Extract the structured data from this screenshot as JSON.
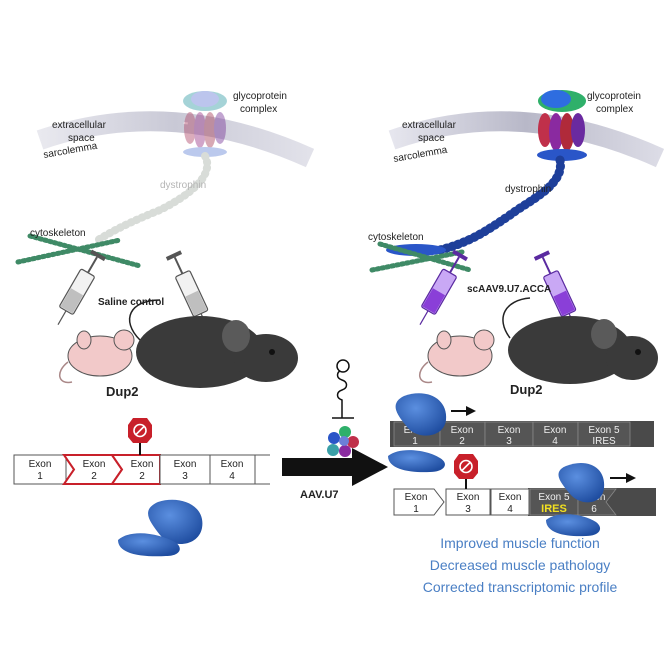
{
  "left_panel": {
    "extracellular": [
      "extracellular",
      "space"
    ],
    "glycoprotein": [
      "glycoprotein",
      "complex"
    ],
    "sarcolemma": "sarcolemma",
    "dystrophin": "dystrophin",
    "cytoskeleton": "cytoskeleton",
    "treatment": "Saline control",
    "mouse_label": "Dup2"
  },
  "right_panel": {
    "extracellular": [
      "extracellular",
      "space"
    ],
    "glycoprotein": [
      "glycoprotein",
      "complex"
    ],
    "sarcolemma": "sarcolemma",
    "dystrophin": "dystrophin",
    "cytoskeleton": "cytoskeleton",
    "treatment": "scAAV9.U7.ACCA",
    "mouse_label": "Dup2"
  },
  "vector_label": "AAV.U7",
  "exons_left": [
    [
      "Exon",
      "1"
    ],
    [
      "Exon",
      "2"
    ],
    [
      "Exon",
      "2"
    ],
    [
      "Exon",
      "3"
    ],
    [
      "Exon",
      "4"
    ]
  ],
  "exons_right_top": [
    [
      "Exon",
      "1"
    ],
    [
      "Exon",
      "2"
    ],
    [
      "Exon",
      "3"
    ],
    [
      "Exon",
      "4"
    ],
    [
      "Exon 5",
      "IRES"
    ]
  ],
  "exons_right_bottom": [
    [
      "Exon",
      "1"
    ],
    [
      "Exon",
      "3"
    ],
    [
      "Exon",
      "4"
    ],
    [
      "Exon 5",
      "IRES"
    ],
    [
      "Exon",
      "6"
    ]
  ],
  "outcomes": [
    "Improved muscle function",
    "Decreased muscle pathology",
    "Corrected transcriptomic profile"
  ],
  "colors": {
    "accent_blue": "#4a7fc4",
    "ribosome_blue": "#2f5fb0",
    "stop_red": "#c8202a",
    "exon_outline_red": "#c8202a",
    "ires_yellow": "#f2e020",
    "mouse_dark": "#3a3a3a",
    "mouse_pink": "#f2c9c9",
    "syringe_purple": "#8a3fd8"
  }
}
